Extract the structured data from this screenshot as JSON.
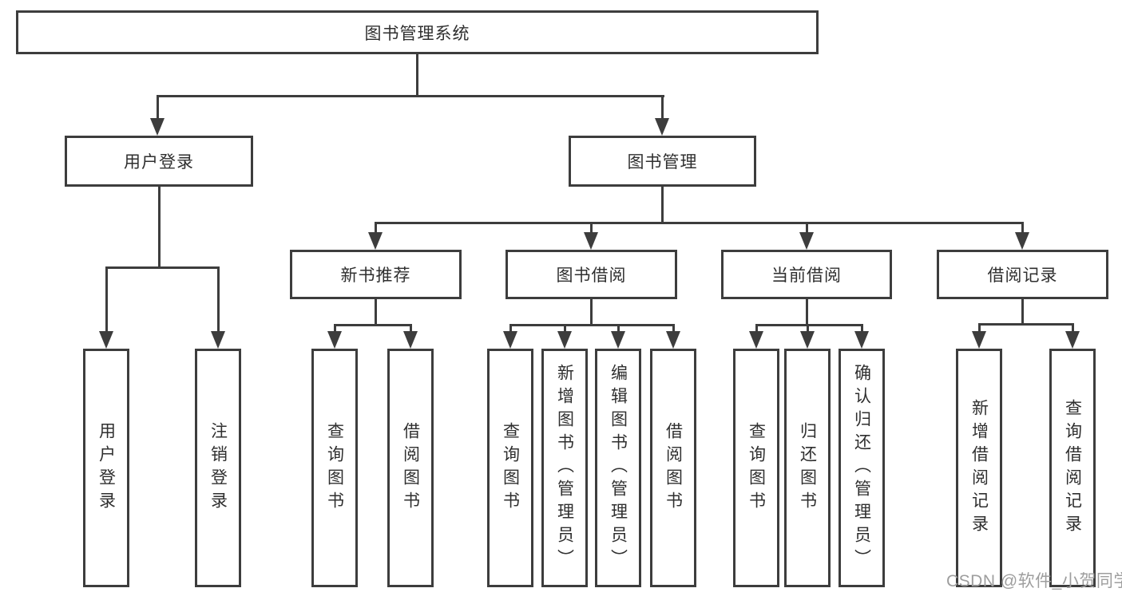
{
  "diagram": {
    "title": "图书管理系统",
    "level2": [
      {
        "label": "用户登录"
      },
      {
        "label": "图书管理"
      }
    ],
    "level3": [
      {
        "label": "新书推荐"
      },
      {
        "label": "图书借阅"
      },
      {
        "label": "当前借阅"
      },
      {
        "label": "借阅记录"
      }
    ],
    "leaves": [
      {
        "label": "用户登录"
      },
      {
        "label": "注销登录"
      },
      {
        "label": "查询图书"
      },
      {
        "label": "借阅图书"
      },
      {
        "label": "查询图书"
      },
      {
        "label": "新增图书（管理员）"
      },
      {
        "label": "编辑图书（管理员）"
      },
      {
        "label": "借阅图书"
      },
      {
        "label": "查询图书"
      },
      {
        "label": "归还图书"
      },
      {
        "label": "确认归还（管理员）"
      },
      {
        "label": "新增借阅记录"
      },
      {
        "label": "查询借阅记录"
      }
    ],
    "watermark": "CSDN @软件_小贺同学",
    "colors": {
      "line": "#3d3d3d",
      "text": "#2f2f2f",
      "watermark": "#9e9e9e",
      "background": "#ffffff"
    }
  }
}
